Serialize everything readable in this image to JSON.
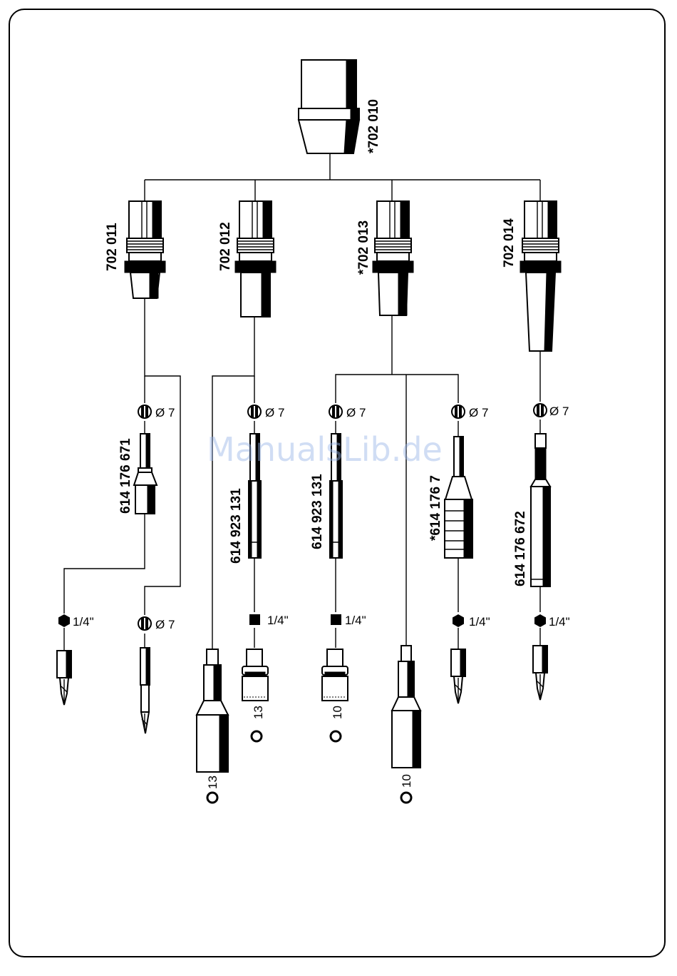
{
  "watermark": "ManualsLib.de",
  "top_part": {
    "code": "*702 010"
  },
  "adapters": [
    {
      "code": "702 011"
    },
    {
      "code": "702 012"
    },
    {
      "code": "*702 013"
    },
    {
      "code": "702 014"
    }
  ],
  "mid_parts": [
    {
      "code": "614 176 671"
    },
    {
      "code": "614 923 131"
    },
    {
      "code": "614 923 131"
    },
    {
      "code": "*614 176 7"
    },
    {
      "code": "614 176 672"
    }
  ],
  "spec_labels": {
    "dia7": "Ø 7",
    "quarter": "1/4\"",
    "size13": "13",
    "size10": "10"
  },
  "icons": [
    "slot-circle-icon",
    "hex-icon",
    "square-drive-icon",
    "hex-nut-ring-icon"
  ]
}
